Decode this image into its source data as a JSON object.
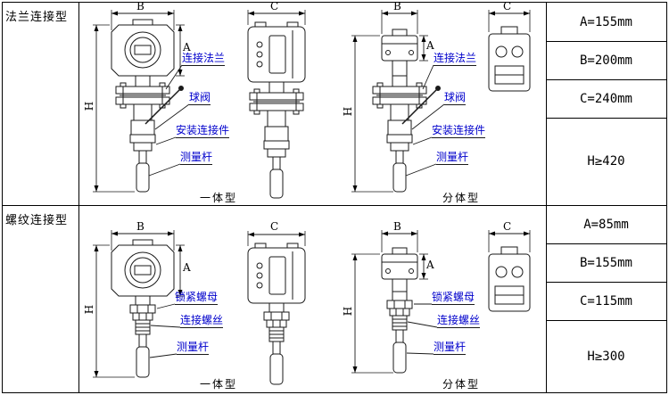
{
  "table": {
    "rows": [
      {
        "type_label": "法兰连接型",
        "parts": {
          "flange": "连接法兰",
          "valve": "球阀",
          "connector": "安装连接件",
          "rod": "测量杆"
        },
        "variants": {
          "integrated": "一体型",
          "split": "分体型"
        },
        "dims": {
          "A": "A=155mm",
          "B": "B=200mm",
          "C": "C=240mm",
          "H": "H≥420"
        }
      },
      {
        "type_label": "螺纹连接型",
        "parts": {
          "nut": "锁紧螺母",
          "screw": "连接螺丝",
          "rod": "测量杆"
        },
        "variants": {
          "integrated": "一体型",
          "split": "分体型"
        },
        "dims": {
          "A": "A=85mm",
          "B": "B=155mm",
          "C": "C=115mm",
          "H": "H≥300"
        }
      }
    ]
  },
  "dim_letters": {
    "A": "A",
    "B": "B",
    "C": "C",
    "H": "H"
  },
  "colors": {
    "line": "#1a1a1a",
    "part_label": "#0000cc",
    "text": "#111111"
  }
}
